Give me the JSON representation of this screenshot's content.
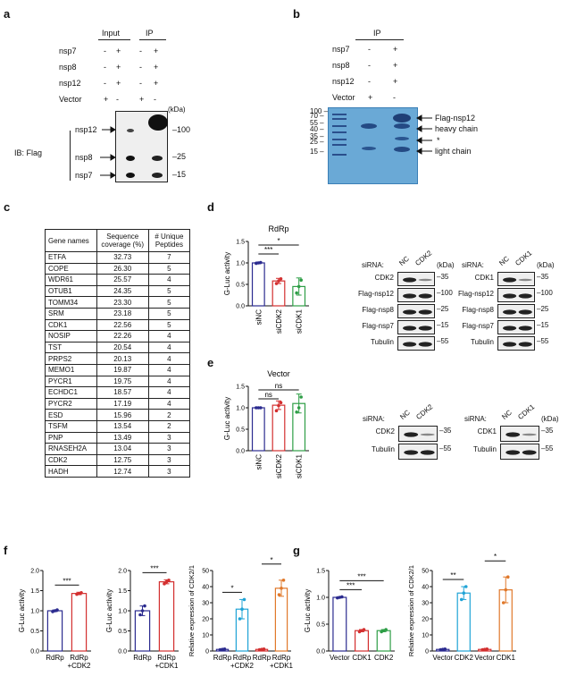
{
  "panels": {
    "a": "a",
    "b": "b",
    "c": "c",
    "d": "d",
    "e": "e",
    "f": "f",
    "g": "g"
  },
  "panel_a": {
    "col_headers": [
      "Input",
      "IP"
    ],
    "row_labels": [
      "nsp7",
      "nsp8",
      "nsp12",
      "Vector"
    ],
    "signs": [
      [
        "-",
        "+",
        "-",
        "+"
      ],
      [
        "-",
        "+",
        "-",
        "+"
      ],
      [
        "-",
        "+",
        "-",
        "+"
      ],
      [
        "+",
        "-",
        "+",
        "-"
      ]
    ],
    "ib_label": "IB: Flag",
    "band_labels": [
      "nsp12",
      "nsp8",
      "nsp7"
    ],
    "kda_label": "(kDa)",
    "markers": [
      "100",
      "25",
      "15"
    ]
  },
  "panel_b": {
    "col_header": "IP",
    "row_labels": [
      "nsp7",
      "nsp8",
      "nsp12",
      "Vector"
    ],
    "signs": [
      [
        "-",
        "+"
      ],
      [
        "-",
        "+"
      ],
      [
        "-",
        "+"
      ],
      [
        "+",
        "-"
      ]
    ],
    "markers": [
      "100",
      "70",
      "55",
      "40",
      "35",
      "25",
      "15"
    ],
    "annotations": [
      "Flag-nsp12",
      "heavy chain",
      "*",
      "light chain"
    ]
  },
  "panel_c": {
    "headers": [
      "Gene names",
      "Sequence coverage (%)",
      "# Unique Peptides"
    ],
    "rows": [
      [
        "ETFA",
        "32.73",
        "7"
      ],
      [
        "COPE",
        "26.30",
        "5"
      ],
      [
        "WDR61",
        "25.57",
        "4"
      ],
      [
        "OTUB1",
        "24.35",
        "5"
      ],
      [
        "TOMM34",
        "23.30",
        "5"
      ],
      [
        "SRM",
        "23.18",
        "5"
      ],
      [
        "CDK1",
        "22.56",
        "5"
      ],
      [
        "NOSIP",
        "22.26",
        "4"
      ],
      [
        "TST",
        "20.54",
        "4"
      ],
      [
        "PRPS2",
        "20.13",
        "4"
      ],
      [
        "MEMO1",
        "19.87",
        "4"
      ],
      [
        "PYCR1",
        "19.75",
        "4"
      ],
      [
        "ECHDC1",
        "18.57",
        "4"
      ],
      [
        "PYCR2",
        "17.19",
        "4"
      ],
      [
        "ESD",
        "15.96",
        "2"
      ],
      [
        "TSFM",
        "13.54",
        "2"
      ],
      [
        "PNP",
        "13.49",
        "3"
      ],
      [
        "RNASEH2A",
        "13.04",
        "3"
      ],
      [
        "CDK2",
        "12.75",
        "3"
      ],
      [
        "HADH",
        "12.74",
        "3"
      ]
    ]
  },
  "panel_d": {
    "blot_headers": {
      "left": [
        "siRNA:",
        "NC",
        "CDK2",
        "(kDa)"
      ],
      "right": [
        "siRNA:",
        "NC",
        "CDK1",
        "(kDa)"
      ]
    },
    "blot_left_rows": [
      [
        "CDK2",
        "35"
      ],
      [
        "Flag-nsp12",
        "100"
      ],
      [
        "Flag-nsp8",
        "25"
      ],
      [
        "Flag-nsp7",
        "15"
      ],
      [
        "Tubulin",
        "55"
      ]
    ],
    "blot_right_rows": [
      [
        "CDK1",
        "35"
      ],
      [
        "Flag-nsp12",
        "100"
      ],
      [
        "Flag-nsp8",
        "25"
      ],
      [
        "Flag-nsp7",
        "15"
      ],
      [
        "Tubulin",
        "55"
      ]
    ]
  },
  "panel_e": {
    "blot_headers": {
      "left": [
        "siRNA:",
        "NC",
        "CDK2"
      ],
      "right": [
        "siRNA:",
        "NC",
        "CDK1",
        "(kDa)"
      ]
    },
    "blot_left_rows": [
      [
        "CDK2",
        "35"
      ],
      [
        "Tubulin",
        "55"
      ]
    ],
    "blot_right_rows": [
      [
        "CDK1",
        "35"
      ],
      [
        "Tubulin",
        "55"
      ]
    ]
  },
  "colors": {
    "blue": "#2b2b8f",
    "red": "#d32f2f",
    "green": "#2e9e46",
    "cyan": "#1fa3d6",
    "orange": "#e0782a"
  },
  "chart_data": [
    {
      "id": "d",
      "type": "bar",
      "title": "RdRp",
      "ylabel": "G-Luc activity",
      "categories": [
        "siNC",
        "siCDK2",
        "siCDK1"
      ],
      "values": [
        1.0,
        0.58,
        0.45
      ],
      "errors": [
        0.02,
        0.06,
        0.2
      ],
      "points": [
        [
          0.99,
          1.0,
          1.01
        ],
        [
          0.52,
          0.58,
          0.63
        ],
        [
          0.3,
          0.45,
          0.6
        ]
      ],
      "colors": [
        "#2b2b8f",
        "#d32f2f",
        "#2e9e46"
      ],
      "ylim": [
        0,
        1.5
      ],
      "yticks": [
        "0.0",
        "0.5",
        "1.0",
        "1.5"
      ],
      "sig": [
        {
          "from": 0,
          "to": 1,
          "label": "***"
        },
        {
          "from": 0,
          "to": 2,
          "label": "*"
        }
      ]
    },
    {
      "id": "e",
      "type": "bar",
      "title": "Vector",
      "ylabel": "G-Luc activity",
      "categories": [
        "siNC",
        "siCDK2",
        "siCDK1"
      ],
      "values": [
        1.0,
        1.06,
        1.1
      ],
      "errors": [
        0.01,
        0.1,
        0.22
      ],
      "points": [
        [
          1.0,
          1.0,
          1.0
        ],
        [
          0.93,
          1.05,
          1.12
        ],
        [
          0.9,
          1.0,
          1.25
        ]
      ],
      "colors": [
        "#2b2b8f",
        "#d32f2f",
        "#2e9e46"
      ],
      "ylim": [
        0,
        1.5
      ],
      "yticks": [
        "0.0",
        "0.5",
        "1.0",
        "1.5"
      ],
      "sig": [
        {
          "from": 0,
          "to": 1,
          "label": "ns"
        },
        {
          "from": 0,
          "to": 2,
          "label": "ns"
        }
      ]
    },
    {
      "id": "f1",
      "type": "bar",
      "ylabel": "G-Luc activity",
      "categories": [
        "RdRp",
        "RdRp +CDK2"
      ],
      "values": [
        1.0,
        1.43
      ],
      "errors": [
        0.02,
        0.03
      ],
      "points": [
        [
          0.98,
          1.0,
          1.02
        ],
        [
          1.41,
          1.43,
          1.45
        ]
      ],
      "colors": [
        "#2b2b8f",
        "#d32f2f"
      ],
      "ylim": [
        0,
        2.0
      ],
      "yticks": [
        "0.0",
        "0.5",
        "1.0",
        "1.5",
        "2.0"
      ],
      "sig": [
        {
          "from": 0,
          "to": 1,
          "label": "***"
        }
      ]
    },
    {
      "id": "f2",
      "type": "bar",
      "ylabel": "G-Luc activity",
      "categories": [
        "RdRp",
        "RdRp +CDK1"
      ],
      "values": [
        1.0,
        1.72
      ],
      "errors": [
        0.12,
        0.05
      ],
      "points": [
        [
          0.9,
          1.0,
          1.12
        ],
        [
          1.67,
          1.72,
          1.76
        ]
      ],
      "colors": [
        "#2b2b8f",
        "#d32f2f"
      ],
      "ylim": [
        0,
        2.0
      ],
      "yticks": [
        "0.0",
        "0.5",
        "1.0",
        "1.5",
        "2.0"
      ],
      "sig": [
        {
          "from": 0,
          "to": 1,
          "label": "***"
        }
      ]
    },
    {
      "id": "f3",
      "type": "bar",
      "ylabel": "Relative expression of CDK2/1",
      "categories": [
        "RdRp",
        "RdRp +CDK2",
        "RdRp",
        "RdRp +CDK1"
      ],
      "values": [
        1,
        26,
        1,
        39
      ],
      "errors": [
        0.3,
        6,
        0.3,
        5
      ],
      "points": [
        [
          0.8,
          1.0,
          1.2
        ],
        [
          20,
          26,
          32
        ],
        [
          0.8,
          1.0,
          1.2
        ],
        [
          35,
          39,
          44
        ]
      ],
      "colors": [
        "#2b2b8f",
        "#1fa3d6",
        "#d32f2f",
        "#e0782a"
      ],
      "ylim": [
        0,
        50
      ],
      "yticks": [
        "0",
        "10",
        "20",
        "30",
        "40",
        "50"
      ],
      "sig": [
        {
          "from": 0,
          "to": 1,
          "label": "*"
        },
        {
          "from": 2,
          "to": 3,
          "label": "*"
        }
      ]
    },
    {
      "id": "g1",
      "type": "bar",
      "ylabel": "G-Luc activity",
      "categories": [
        "Vector",
        "CDK1",
        "CDK2"
      ],
      "values": [
        1.0,
        0.38,
        0.38
      ],
      "errors": [
        0.01,
        0.02,
        0.02
      ],
      "points": [
        [
          0.99,
          1.0,
          1.01
        ],
        [
          0.36,
          0.38,
          0.4
        ],
        [
          0.36,
          0.38,
          0.4
        ]
      ],
      "colors": [
        "#2b2b8f",
        "#d32f2f",
        "#2e9e46"
      ],
      "ylim": [
        0,
        1.5
      ],
      "yticks": [
        "0.0",
        "0.5",
        "1.0",
        "1.5"
      ],
      "sig": [
        {
          "from": 0,
          "to": 1,
          "label": "***"
        },
        {
          "from": 0,
          "to": 2,
          "label": "***"
        }
      ]
    },
    {
      "id": "g2",
      "type": "bar",
      "ylabel": "Relative expression of CDK2/1",
      "categories": [
        "Vector",
        "CDK2",
        "Vector",
        "CDK1"
      ],
      "values": [
        1,
        36,
        1,
        38
      ],
      "errors": [
        0.3,
        4,
        0.3,
        8
      ],
      "points": [
        [
          0.8,
          1.0,
          1.2
        ],
        [
          32,
          36,
          40
        ],
        [
          0.8,
          1.0,
          1.2
        ],
        [
          30,
          38,
          46
        ]
      ],
      "colors": [
        "#2b2b8f",
        "#1fa3d6",
        "#d32f2f",
        "#e0782a"
      ],
      "ylim": [
        0,
        50
      ],
      "yticks": [
        "0",
        "10",
        "20",
        "30",
        "40",
        "50"
      ],
      "sig": [
        {
          "from": 0,
          "to": 1,
          "label": "**"
        },
        {
          "from": 2,
          "to": 3,
          "label": "*"
        }
      ]
    }
  ]
}
